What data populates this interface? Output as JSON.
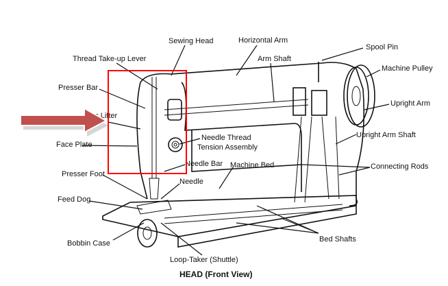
{
  "diagram": {
    "title": "HEAD (Front View)",
    "labels": {
      "sewing_head": "Sewing Head",
      "horizontal_arm": "Horizontal Arm",
      "spool_pin": "Spool Pin",
      "thread_takeup": "Thread Take-up Lever",
      "arm_shaft": "Arm Shaft",
      "machine_pulley": "Machine Pulley",
      "presser_bar": "Presser Bar",
      "upright_arm": "Upright Arm",
      "lifter": "r Lifter",
      "face_plate": "Face Plate",
      "tension_1": "Needle Thread",
      "tension_2": "Tension Assembly",
      "upright_arm_shaft": "Upright Arm Shaft",
      "needle_bar": "Needle Bar",
      "machine_bed": "Machine Bed",
      "connecting_rods": "Connecting Rods",
      "presser_foot": "Presser Foot",
      "needle": "Needle",
      "feed_dog": "Feed Dog",
      "bed_shafts": "Bed Shafts",
      "bobbin_case": "Bobbin Case",
      "loop_taker": "Loop-Taker (Shuttle)"
    },
    "highlight_color": "#ff0000",
    "arrow_color": "#c0504d"
  }
}
